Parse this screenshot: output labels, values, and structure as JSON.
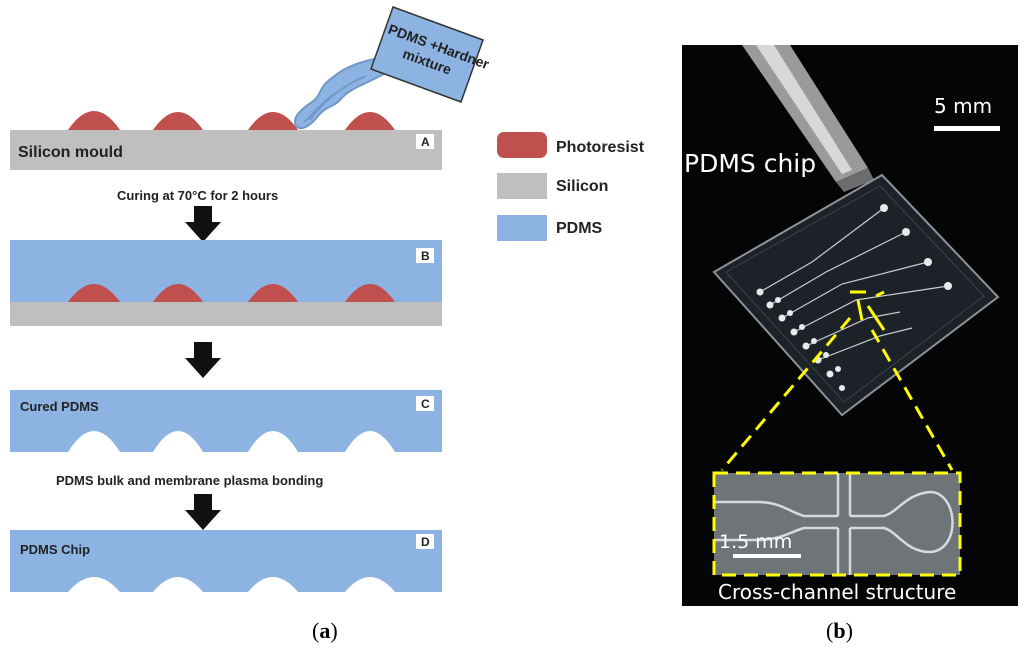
{
  "panel_a": {
    "pour_label_line1": "PDMS +Hardner",
    "pour_label_line2": "mixture",
    "layer_a_label": "Silicon mould",
    "step1_text": "Curing at 70°C for 2 hours",
    "layer_c_label": "Cured PDMS",
    "step3_text": "PDMS bulk and membrane plasma bonding",
    "layer_d_label": "PDMS Chip",
    "letters": [
      "A",
      "B",
      "C",
      "D"
    ],
    "caption": "(a)"
  },
  "legend": {
    "items": [
      {
        "label": "Photoresist",
        "color": "#c0504d"
      },
      {
        "label": "Silicon",
        "color": "#bfbfbf"
      },
      {
        "label": "PDMS",
        "color": "#8db3e2"
      }
    ]
  },
  "panel_b": {
    "chip_label": "PDMS chip",
    "scale_main": "5 mm",
    "scale_inset": "1.5 mm",
    "inset_caption": "Cross-channel structure",
    "caption": "(b)"
  },
  "colors": {
    "photoresist": "#c0504d",
    "silicon": "#bfbfbf",
    "pdms": "#8db3e2",
    "highlight": "#ffff00",
    "arrow": "#111111"
  }
}
